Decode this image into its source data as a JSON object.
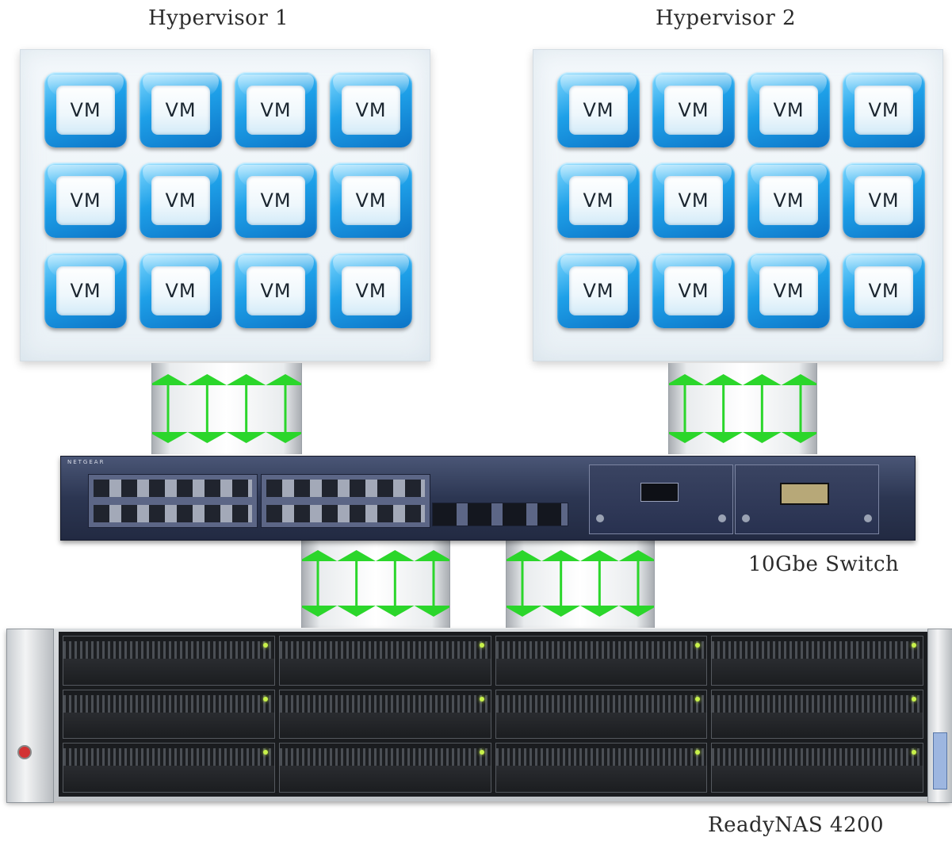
{
  "labels": {
    "hypervisor1": "Hypervisor 1",
    "hypervisor2": "Hypervisor 2",
    "switch": "10Gbe Switch",
    "storage": "ReadyNAS 4200"
  },
  "hypervisors": [
    {
      "vms": [
        "VM",
        "VM",
        "VM",
        "VM",
        "VM",
        "VM",
        "VM",
        "VM",
        "VM",
        "VM",
        "VM",
        "VM"
      ]
    },
    {
      "vms": [
        "VM",
        "VM",
        "VM",
        "VM",
        "VM",
        "VM",
        "VM",
        "VM",
        "VM",
        "VM",
        "VM",
        "VM"
      ]
    }
  ],
  "switch": {
    "brand": "NETGEAR"
  },
  "colors": {
    "vm_blue": "#1ea0e8",
    "arrow_green": "#2bd62b",
    "switch_navy": "#2c3652",
    "nas_led": "#c8f24a"
  },
  "icons": [
    "vm-tile",
    "bidirectional-link-arrows",
    "network-switch",
    "nas-appliance"
  ]
}
